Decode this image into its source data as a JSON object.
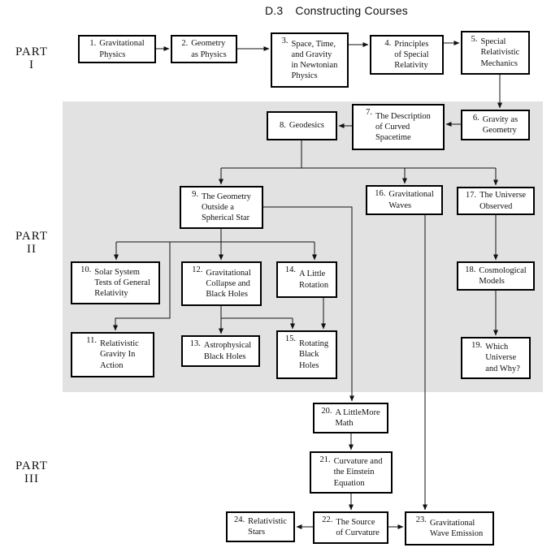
{
  "title": {
    "section": "D.3",
    "heading": "Constructing Courses"
  },
  "parts": [
    {
      "label": "PART",
      "numeral": "I"
    },
    {
      "label": "PART",
      "numeral": "II"
    },
    {
      "label": "PART",
      "numeral": "III"
    }
  ],
  "colors": {
    "shaded_region": "#e2e2e2",
    "line": "#111111",
    "box_background": "#ffffff"
  },
  "boxes": {
    "b1": {
      "num": "1.",
      "text": "Gravitational\nPhysics"
    },
    "b2": {
      "num": "2.",
      "text": "Geometry\nas Physics"
    },
    "b3": {
      "num": "3.",
      "text": "Space, Time,\nand Gravity\nin Newtonian\nPhysics"
    },
    "b4": {
      "num": "4.",
      "text": "Principles\nof Special\nRelativity"
    },
    "b5": {
      "num": "5.",
      "text": "Special\nRelativistic\nMechanics"
    },
    "b6": {
      "num": "6.",
      "text": "Gravity as\nGeometry"
    },
    "b7": {
      "num": "7.",
      "text": "The Description\nof Curved\nSpacetime"
    },
    "b8": {
      "num": "8.",
      "text": "Geodesics"
    },
    "b9": {
      "num": "9.",
      "text": "The Geometry\nOutside a\nSpherical Star"
    },
    "b10": {
      "num": "10.",
      "text": "Solar System\nTests of General\nRelativity"
    },
    "b11": {
      "num": "11.",
      "text": "Relativistic\nGravity In\nAction"
    },
    "b12": {
      "num": "12.",
      "text": "Gravitational\nCollapse and\nBlack Holes"
    },
    "b13": {
      "num": "13.",
      "text": "Astrophysical\nBlack Holes"
    },
    "b14": {
      "num": "14.",
      "text": "A Little\nRotation"
    },
    "b15": {
      "num": "15.",
      "text": "Rotating\nBlack\nHoles"
    },
    "b16": {
      "num": "16.",
      "text": "Gravitational\nWaves"
    },
    "b17": {
      "num": "17.",
      "text": "The Universe\nObserved"
    },
    "b18": {
      "num": "18.",
      "text": "Cosmological\nModels"
    },
    "b19": {
      "num": "19.",
      "text": "Which\nUniverse\nand Why?"
    },
    "b20": {
      "num": "20.",
      "text": "A LittleMore\nMath"
    },
    "b21": {
      "num": "21.",
      "text": "Curvature and\nthe Einstein\nEquation"
    },
    "b22": {
      "num": "22.",
      "text": "The Source\nof Curvature"
    },
    "b23": {
      "num": "23.",
      "text": "Gravitational\nWave Emission"
    },
    "b24": {
      "num": "24.",
      "text": "Relativistic\nStars"
    }
  },
  "edges": [
    "1-2",
    "2-3",
    "3-4",
    "4-5",
    "5-6",
    "6-7",
    "7-8",
    "8-9",
    "8-16",
    "8-17",
    "9-10",
    "9-12",
    "9-14",
    "9-11",
    "9-20",
    "12-13",
    "12-15",
    "14-15",
    "16-23",
    "17-18",
    "18-19",
    "20-21",
    "21-22",
    "22-24",
    "22-23"
  ]
}
